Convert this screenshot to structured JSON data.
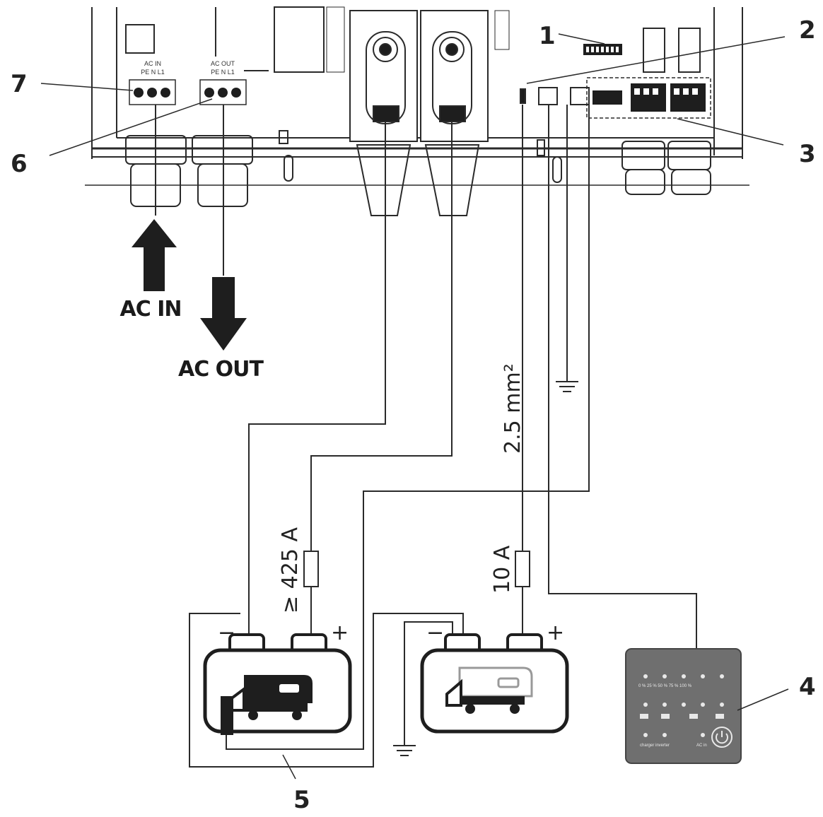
{
  "callouts": [
    "1",
    "2",
    "3",
    "4",
    "5",
    "6",
    "7"
  ],
  "terminal_blocks": {
    "ac_in": {
      "title": "AC IN",
      "pins": "PE  N  L1"
    },
    "ac_out": {
      "title": "AC OUT",
      "pins": "PE  N  L1"
    }
  },
  "arrows": {
    "ac_in": "AC IN",
    "ac_out": "AC OUT"
  },
  "specs": {
    "wire": "2.5 mm²",
    "main_fuse": "≥ 425 A",
    "aux_fuse": "10 A"
  },
  "polarity": {
    "minus": "−",
    "plus": "+"
  },
  "panel": {
    "row1": "0 %  25 %  50 %  75 %  100 %",
    "row3_left": "charger  inverter",
    "row3_right": "AC in"
  },
  "colors": {
    "line": "#2a2a2a",
    "panel": "#6f6f6f",
    "battery": "#1e1e1e"
  }
}
